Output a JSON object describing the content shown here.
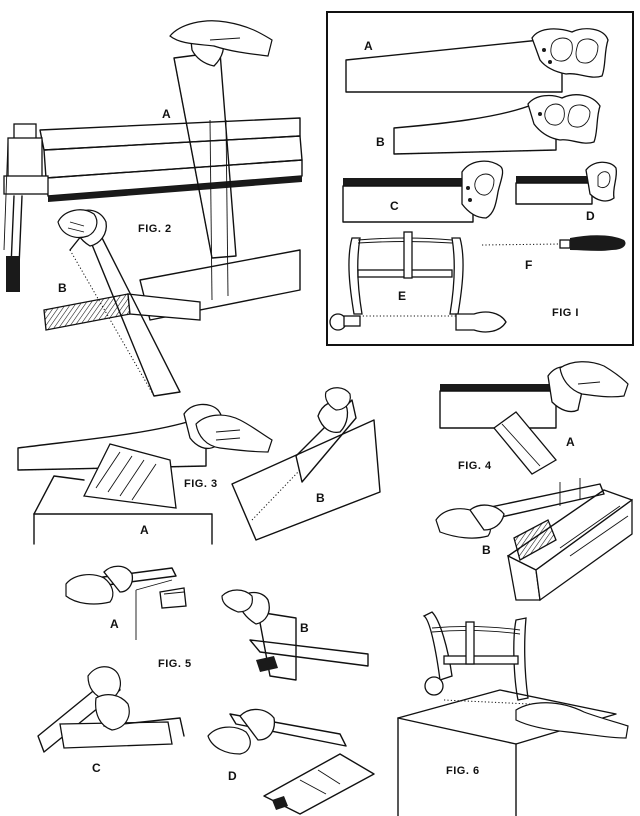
{
  "figures": {
    "fig1": {
      "title": "FIG I",
      "labels": {
        "a": "A",
        "b": "B",
        "c": "C",
        "d": "D",
        "e": "E",
        "f": "F"
      }
    },
    "fig2": {
      "title": "FIG. 2",
      "labels": {
        "a": "A",
        "b": "B"
      }
    },
    "fig3": {
      "title": "FIG. 3",
      "labels": {
        "a": "A",
        "b": "B"
      }
    },
    "fig4": {
      "title": "FIG. 4",
      "labels": {
        "a": "A",
        "b": "B"
      }
    },
    "fig5": {
      "title": "FIG. 5",
      "labels": {
        "a": "A",
        "b": "B",
        "c": "C",
        "d": "D"
      }
    },
    "fig6": {
      "title": "FIG. 6"
    }
  }
}
